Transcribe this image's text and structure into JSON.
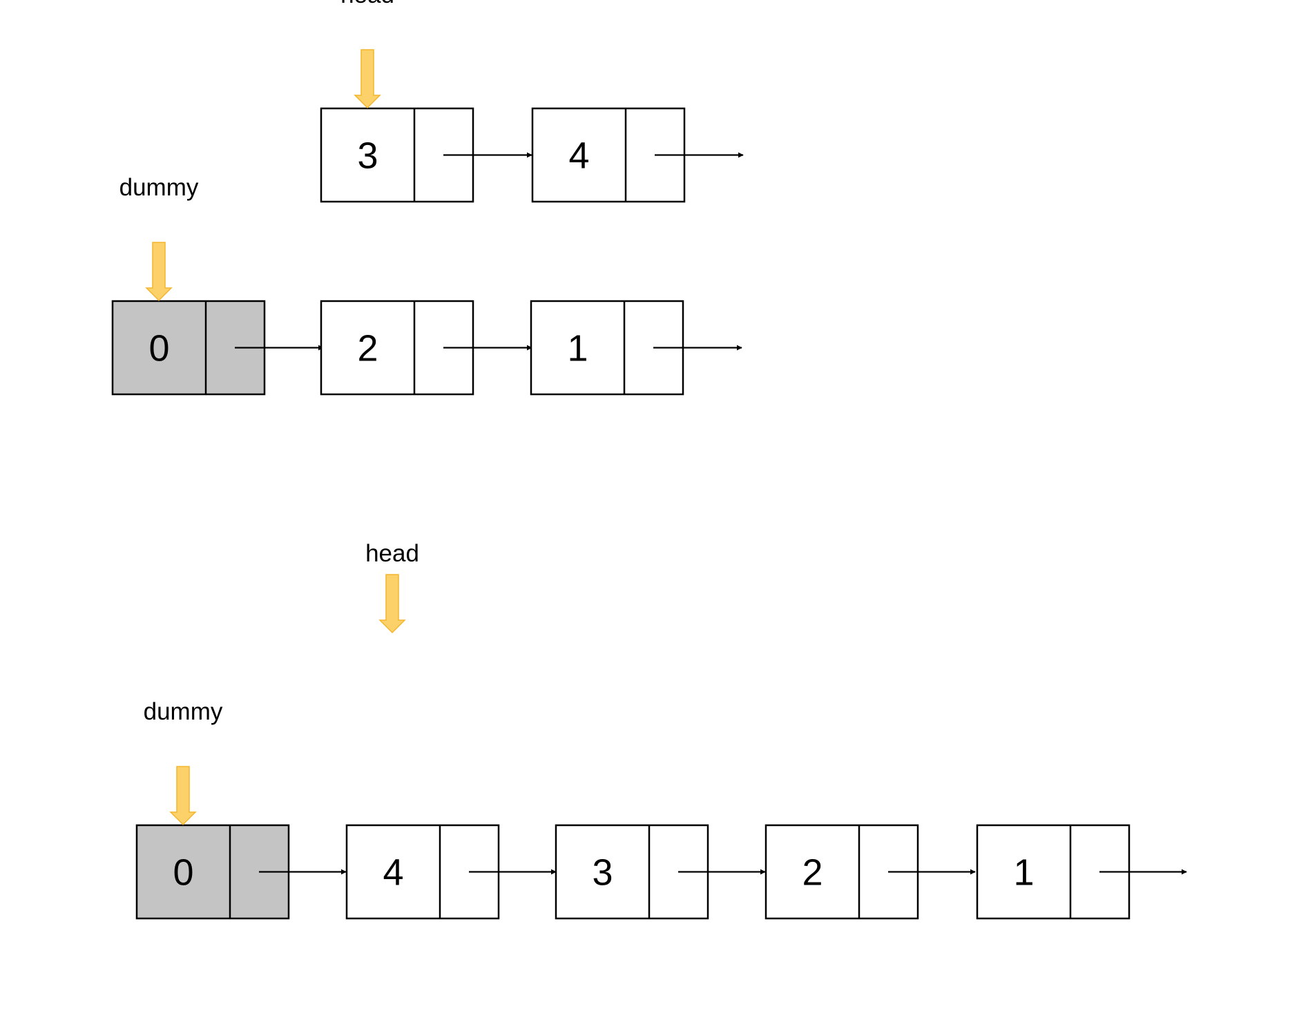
{
  "colors": {
    "stroke": "#000000",
    "dummy_fill": "#c5c4c5",
    "node_fill": "#ffffff",
    "pointer_arrow_fill": "#fcd16a",
    "pointer_arrow_stroke": "#f3b52f"
  },
  "lists": [
    {
      "id": "top-head-list",
      "nodes": [
        {
          "value": "3",
          "dummy": false
        },
        {
          "value": "4",
          "dummy": false
        }
      ],
      "pointers": [
        {
          "label": "head",
          "node_index": 0
        }
      ]
    },
    {
      "id": "top-dummy-list",
      "nodes": [
        {
          "value": "0",
          "dummy": true
        },
        {
          "value": "2",
          "dummy": false
        },
        {
          "value": "1",
          "dummy": false
        }
      ],
      "pointers": [
        {
          "label": "dummy",
          "node_index": 0
        }
      ]
    },
    {
      "id": "bottom-result-list",
      "nodes": [
        {
          "value": "0",
          "dummy": true
        },
        {
          "value": "4",
          "dummy": false
        },
        {
          "value": "3",
          "dummy": false
        },
        {
          "value": "2",
          "dummy": false
        },
        {
          "value": "1",
          "dummy": false
        }
      ],
      "pointers": [
        {
          "label": "dummy",
          "node_index": 0
        }
      ]
    }
  ],
  "floating_pointers": [
    {
      "id": "bottom-head-pointer",
      "label": "head"
    }
  ]
}
